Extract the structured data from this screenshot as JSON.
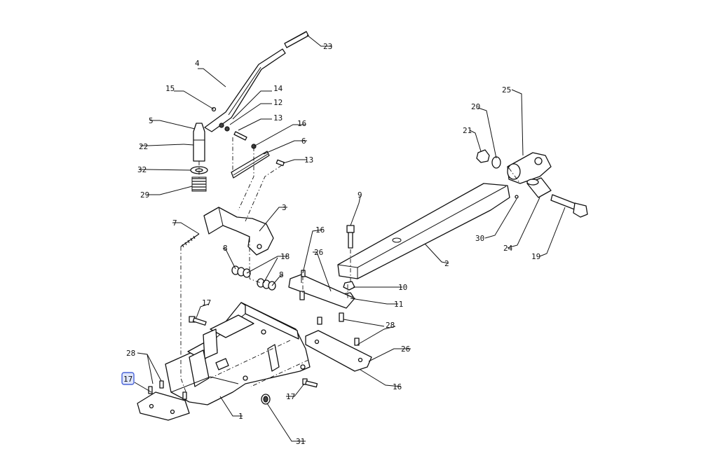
{
  "diagram": {
    "callouts": [
      {
        "id": "c23",
        "text": "23"
      },
      {
        "id": "c4",
        "text": "4"
      },
      {
        "id": "c15",
        "text": "15"
      },
      {
        "id": "c14",
        "text": "14"
      },
      {
        "id": "c12",
        "text": "12"
      },
      {
        "id": "c13a",
        "text": "13"
      },
      {
        "id": "c5",
        "text": "5"
      },
      {
        "id": "c16a",
        "text": "16"
      },
      {
        "id": "c6",
        "text": "6"
      },
      {
        "id": "c22",
        "text": "22"
      },
      {
        "id": "c13b",
        "text": "13"
      },
      {
        "id": "c32",
        "text": "32"
      },
      {
        "id": "c29",
        "text": "29"
      },
      {
        "id": "c3",
        "text": "3"
      },
      {
        "id": "c7",
        "text": "7"
      },
      {
        "id": "c8a",
        "text": "8"
      },
      {
        "id": "c18",
        "text": "18"
      },
      {
        "id": "c8b",
        "text": "8"
      },
      {
        "id": "c25",
        "text": "25"
      },
      {
        "id": "c20",
        "text": "20"
      },
      {
        "id": "c21",
        "text": "21"
      },
      {
        "id": "c9",
        "text": "9"
      },
      {
        "id": "c30",
        "text": "30"
      },
      {
        "id": "c24",
        "text": "24"
      },
      {
        "id": "c19",
        "text": "19"
      },
      {
        "id": "c2",
        "text": "2"
      },
      {
        "id": "c16b",
        "text": "16"
      },
      {
        "id": "c26a",
        "text": "26"
      },
      {
        "id": "c10",
        "text": "10"
      },
      {
        "id": "c11",
        "text": "11"
      },
      {
        "id": "c17a",
        "text": "17"
      },
      {
        "id": "c28a",
        "text": "28"
      },
      {
        "id": "c26b",
        "text": "26"
      },
      {
        "id": "c16c",
        "text": "16"
      },
      {
        "id": "c28b",
        "text": "28"
      },
      {
        "id": "c17b",
        "text": "17"
      },
      {
        "id": "c17c",
        "text": "17"
      },
      {
        "id": "c1",
        "text": "1"
      },
      {
        "id": "c31",
        "text": "31"
      }
    ]
  }
}
